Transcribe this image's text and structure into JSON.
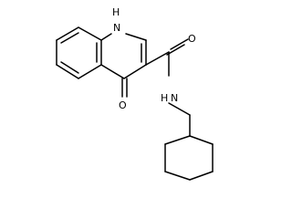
{
  "molecule": {
    "atom_labels": {
      "nh_ring": "H",
      "nh_ring_n": "N",
      "ketone_o": "O",
      "amide_o": "O",
      "amide_n": "N",
      "amide_h": "H"
    }
  },
  "colors": {
    "bond": "#000000",
    "label": "#000000",
    "background": "#ffffff"
  }
}
